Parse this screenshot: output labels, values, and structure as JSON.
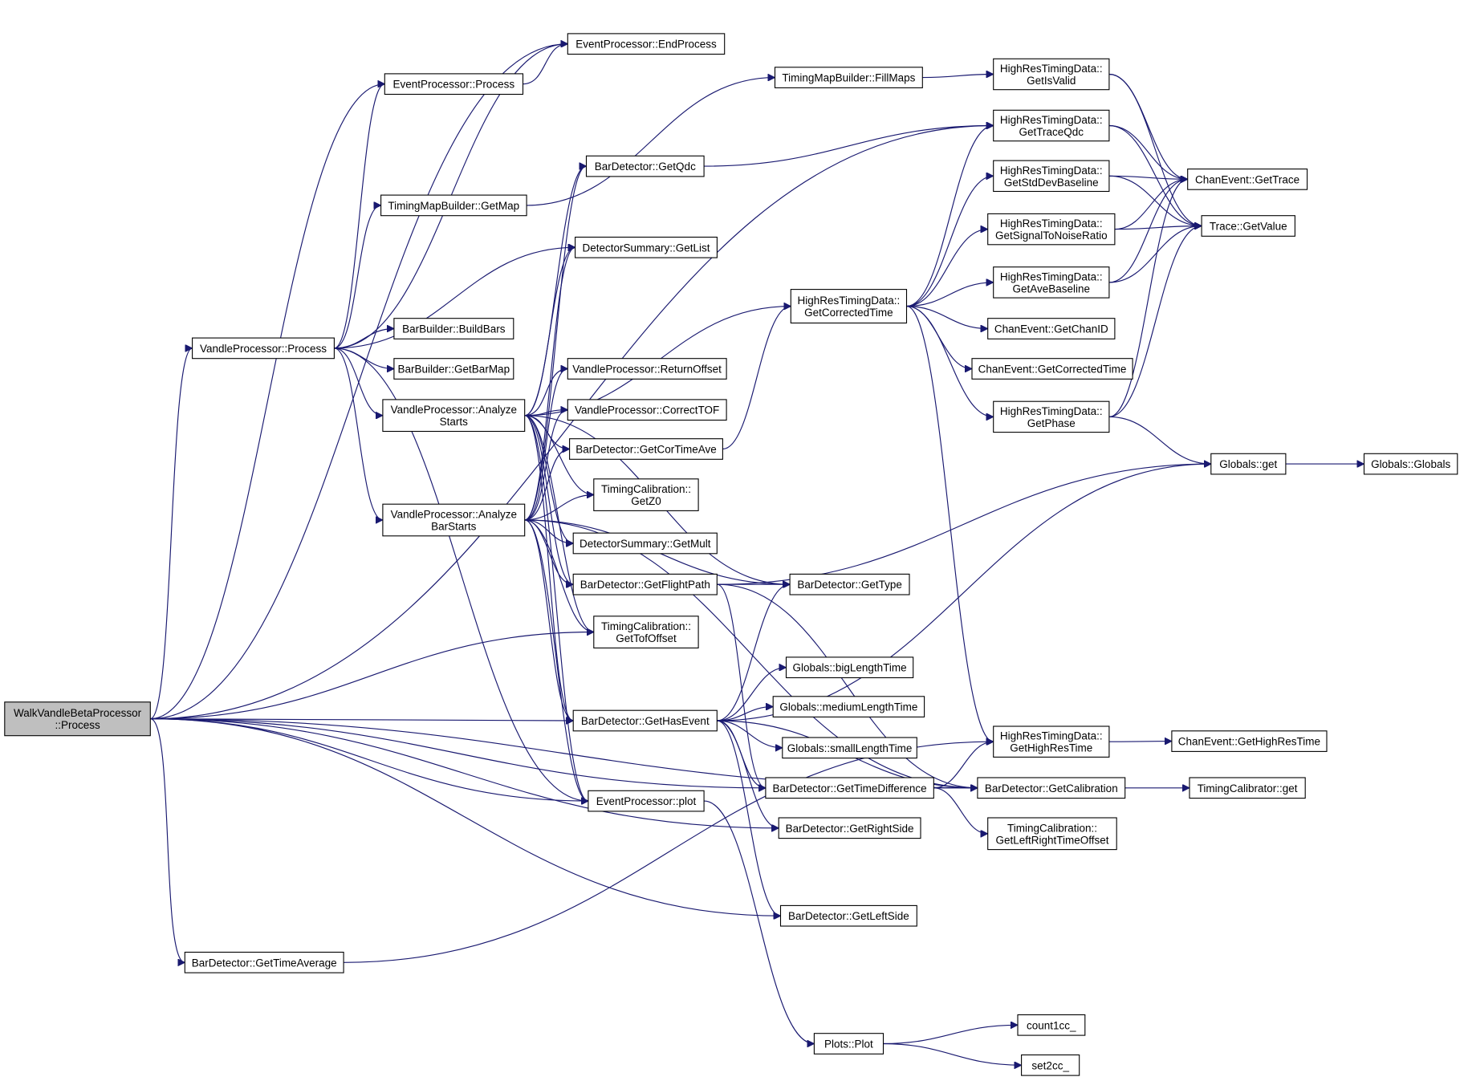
{
  "colors": {
    "edge": "#191970",
    "root_fill": "#bfbfbf",
    "node_fill": "#ffffff",
    "node_border": "#000000",
    "truncated_border": "#ff0000"
  },
  "nodes": [
    {
      "id": "root",
      "lines": [
        "WalkVandleBetaProcessor",
        "::Process"
      ],
      "style": "root"
    },
    {
      "id": "ep_end",
      "lines": [
        "EventProcessor::EndProcess"
      ]
    },
    {
      "id": "ep_proc",
      "lines": [
        "EventProcessor::Process"
      ]
    },
    {
      "id": "tmb_fill",
      "lines": [
        "TimingMapBuilder::FillMaps"
      ]
    },
    {
      "id": "hr_valid",
      "lines": [
        "HighResTimingData::",
        "GetIsValid"
      ]
    },
    {
      "id": "hr_qdc",
      "lines": [
        "HighResTimingData::",
        "GetTraceQdc"
      ]
    },
    {
      "id": "bd_qdc",
      "lines": [
        "BarDetector::GetQdc"
      ]
    },
    {
      "id": "hr_std",
      "lines": [
        "HighResTimingData::",
        "GetStdDevBaseline"
      ]
    },
    {
      "id": "ce_trace",
      "lines": [
        "ChanEvent::GetTrace"
      ]
    },
    {
      "id": "tmb_map",
      "lines": [
        "TimingMapBuilder::GetMap"
      ]
    },
    {
      "id": "hr_snr",
      "lines": [
        "HighResTimingData::",
        "GetSignalToNoiseRatio"
      ]
    },
    {
      "id": "tr_val",
      "lines": [
        "Trace::GetValue"
      ]
    },
    {
      "id": "ds_list",
      "lines": [
        "DetectorSummary::GetList"
      ]
    },
    {
      "id": "hr_ave",
      "lines": [
        "HighResTimingData::",
        "GetAveBaseline"
      ]
    },
    {
      "id": "hr_corr",
      "lines": [
        "HighResTimingData::",
        "GetCorrectedTime"
      ],
      "style": "truncated"
    },
    {
      "id": "ce_chan",
      "lines": [
        "ChanEvent::GetChanID"
      ],
      "style": "truncated"
    },
    {
      "id": "bb_build",
      "lines": [
        "BarBuilder::BuildBars"
      ]
    },
    {
      "id": "vp_proc",
      "lines": [
        "VandleProcessor::Process"
      ]
    },
    {
      "id": "bb_map",
      "lines": [
        "BarBuilder::GetBarMap"
      ]
    },
    {
      "id": "vp_ret",
      "lines": [
        "VandleProcessor::ReturnOffset"
      ]
    },
    {
      "id": "ce_corr",
      "lines": [
        "ChanEvent::GetCorrectedTime"
      ]
    },
    {
      "id": "vp_as",
      "lines": [
        "VandleProcessor::Analyze",
        "Starts"
      ]
    },
    {
      "id": "vp_ctof",
      "lines": [
        "VandleProcessor::CorrectTOF"
      ]
    },
    {
      "id": "hr_phase",
      "lines": [
        "HighResTimingData::",
        "GetPhase"
      ],
      "style": "truncated"
    },
    {
      "id": "bd_cta",
      "lines": [
        "BarDetector::GetCorTimeAve"
      ]
    },
    {
      "id": "gl_get",
      "lines": [
        "Globals::get"
      ]
    },
    {
      "id": "gl_glob",
      "lines": [
        "Globals::Globals"
      ],
      "style": "truncated"
    },
    {
      "id": "tc_z0",
      "lines": [
        "TimingCalibration::",
        "GetZ0"
      ]
    },
    {
      "id": "vp_abs",
      "lines": [
        "VandleProcessor::Analyze",
        "BarStarts"
      ]
    },
    {
      "id": "ds_mult",
      "lines": [
        "DetectorSummary::GetMult"
      ]
    },
    {
      "id": "bd_fp",
      "lines": [
        "BarDetector::GetFlightPath"
      ]
    },
    {
      "id": "bd_type",
      "lines": [
        "BarDetector::GetType"
      ]
    },
    {
      "id": "tc_tof",
      "lines": [
        "TimingCalibration::",
        "GetTofOffset"
      ]
    },
    {
      "id": "gl_big",
      "lines": [
        "Globals::bigLengthTime"
      ]
    },
    {
      "id": "gl_med",
      "lines": [
        "Globals::mediumLengthTime"
      ]
    },
    {
      "id": "bd_has",
      "lines": [
        "BarDetector::GetHasEvent"
      ]
    },
    {
      "id": "hr_hrt",
      "lines": [
        "HighResTimingData::",
        "GetHighResTime"
      ]
    },
    {
      "id": "ce_hrt",
      "lines": [
        "ChanEvent::GetHighResTime"
      ]
    },
    {
      "id": "gl_small",
      "lines": [
        "Globals::smallLengthTime"
      ]
    },
    {
      "id": "bd_td",
      "lines": [
        "BarDetector::GetTimeDifference"
      ]
    },
    {
      "id": "bd_cal",
      "lines": [
        "BarDetector::GetCalibration"
      ]
    },
    {
      "id": "tcal_get",
      "lines": [
        "TimingCalibrator::get"
      ]
    },
    {
      "id": "ep_plot",
      "lines": [
        "EventProcessor::plot"
      ]
    },
    {
      "id": "bd_right",
      "lines": [
        "BarDetector::GetRightSide"
      ]
    },
    {
      "id": "tc_lr",
      "lines": [
        "TimingCalibration::",
        "GetLeftRightTimeOffset"
      ]
    },
    {
      "id": "bd_left",
      "lines": [
        "BarDetector::GetLeftSide"
      ]
    },
    {
      "id": "bd_tavg",
      "lines": [
        "BarDetector::GetTimeAverage"
      ]
    },
    {
      "id": "pl_plot",
      "lines": [
        "Plots::Plot"
      ]
    },
    {
      "id": "count1cc",
      "lines": [
        "count1cc_"
      ]
    },
    {
      "id": "set2cc",
      "lines": [
        "set2cc_"
      ]
    }
  ],
  "edges": [
    [
      "root",
      "ep_end"
    ],
    [
      "root",
      "ep_proc"
    ],
    [
      "root",
      "hr_qdc"
    ],
    [
      "root",
      "vp_proc"
    ],
    [
      "root",
      "tc_tof"
    ],
    [
      "root",
      "bd_has"
    ],
    [
      "root",
      "ep_plot"
    ],
    [
      "root",
      "bd_td"
    ],
    [
      "root",
      "bd_right"
    ],
    [
      "root",
      "bd_left"
    ],
    [
      "root",
      "bd_tavg"
    ],
    [
      "root",
      "bd_cal"
    ],
    [
      "ep_proc",
      "ep_end"
    ],
    [
      "tmb_fill",
      "hr_valid"
    ],
    [
      "tmb_map",
      "tmb_fill"
    ],
    [
      "hr_valid",
      "ce_trace"
    ],
    [
      "hr_valid",
      "tr_val"
    ],
    [
      "hr_qdc",
      "ce_trace"
    ],
    [
      "hr_qdc",
      "tr_val"
    ],
    [
      "hr_std",
      "ce_trace"
    ],
    [
      "hr_std",
      "tr_val"
    ],
    [
      "hr_snr",
      "ce_trace"
    ],
    [
      "hr_snr",
      "tr_val"
    ],
    [
      "hr_ave",
      "ce_trace"
    ],
    [
      "hr_ave",
      "tr_val"
    ],
    [
      "hr_phase",
      "ce_trace"
    ],
    [
      "hr_phase",
      "tr_val"
    ],
    [
      "hr_phase",
      "gl_get"
    ],
    [
      "bd_qdc",
      "hr_qdc"
    ],
    [
      "hr_corr",
      "hr_qdc"
    ],
    [
      "hr_corr",
      "hr_std"
    ],
    [
      "hr_corr",
      "hr_snr"
    ],
    [
      "hr_corr",
      "hr_ave"
    ],
    [
      "hr_corr",
      "ce_chan"
    ],
    [
      "hr_corr",
      "ce_corr"
    ],
    [
      "hr_corr",
      "hr_phase"
    ],
    [
      "hr_corr",
      "hr_hrt"
    ],
    [
      "gl_get",
      "gl_glob"
    ],
    [
      "vp_proc",
      "ep_proc"
    ],
    [
      "vp_proc",
      "ep_end"
    ],
    [
      "vp_proc",
      "tmb_map"
    ],
    [
      "vp_proc",
      "ds_list"
    ],
    [
      "vp_proc",
      "bb_build"
    ],
    [
      "vp_proc",
      "bb_map"
    ],
    [
      "vp_proc",
      "vp_as"
    ],
    [
      "vp_proc",
      "vp_abs"
    ],
    [
      "vp_proc",
      "ep_plot"
    ],
    [
      "vp_as",
      "bd_qdc"
    ],
    [
      "vp_as",
      "ds_list"
    ],
    [
      "vp_as",
      "hr_corr"
    ],
    [
      "vp_as",
      "vp_ret"
    ],
    [
      "vp_as",
      "vp_ctof"
    ],
    [
      "vp_as",
      "bd_cta"
    ],
    [
      "vp_as",
      "tc_z0"
    ],
    [
      "vp_as",
      "ds_mult"
    ],
    [
      "vp_as",
      "bd_fp"
    ],
    [
      "vp_as",
      "tc_tof"
    ],
    [
      "vp_as",
      "bd_has"
    ],
    [
      "vp_as",
      "ep_plot"
    ],
    [
      "vp_as",
      "bd_type"
    ],
    [
      "vp_abs",
      "bd_qdc"
    ],
    [
      "vp_abs",
      "ds_list"
    ],
    [
      "vp_abs",
      "vp_ret"
    ],
    [
      "vp_abs",
      "vp_ctof"
    ],
    [
      "vp_abs",
      "bd_cta"
    ],
    [
      "vp_abs",
      "tc_z0"
    ],
    [
      "vp_abs",
      "ds_mult"
    ],
    [
      "vp_abs",
      "bd_fp"
    ],
    [
      "vp_abs",
      "tc_tof"
    ],
    [
      "vp_abs",
      "bd_has"
    ],
    [
      "vp_abs",
      "ep_plot"
    ],
    [
      "vp_abs",
      "bd_type"
    ],
    [
      "vp_abs",
      "bd_cal"
    ],
    [
      "bd_cta",
      "hr_corr"
    ],
    [
      "bd_fp",
      "bd_type"
    ],
    [
      "bd_fp",
      "gl_get"
    ],
    [
      "bd_fp",
      "bd_cal"
    ],
    [
      "bd_fp",
      "bd_td"
    ],
    [
      "bd_has",
      "gl_big"
    ],
    [
      "bd_has",
      "gl_med"
    ],
    [
      "bd_has",
      "gl_small"
    ],
    [
      "bd_has",
      "bd_type"
    ],
    [
      "bd_has",
      "gl_get"
    ],
    [
      "bd_has",
      "bd_td"
    ],
    [
      "bd_has",
      "bd_right"
    ],
    [
      "bd_has",
      "bd_left"
    ],
    [
      "bd_has",
      "bd_cal"
    ],
    [
      "bd_td",
      "hr_hrt"
    ],
    [
      "bd_td",
      "bd_cal"
    ],
    [
      "bd_td",
      "tc_lr"
    ],
    [
      "hr_hrt",
      "ce_hrt"
    ],
    [
      "bd_cal",
      "tcal_get"
    ],
    [
      "ep_plot",
      "pl_plot"
    ],
    [
      "pl_plot",
      "count1cc"
    ],
    [
      "pl_plot",
      "set2cc"
    ],
    [
      "bd_tavg",
      "hr_hrt"
    ]
  ]
}
